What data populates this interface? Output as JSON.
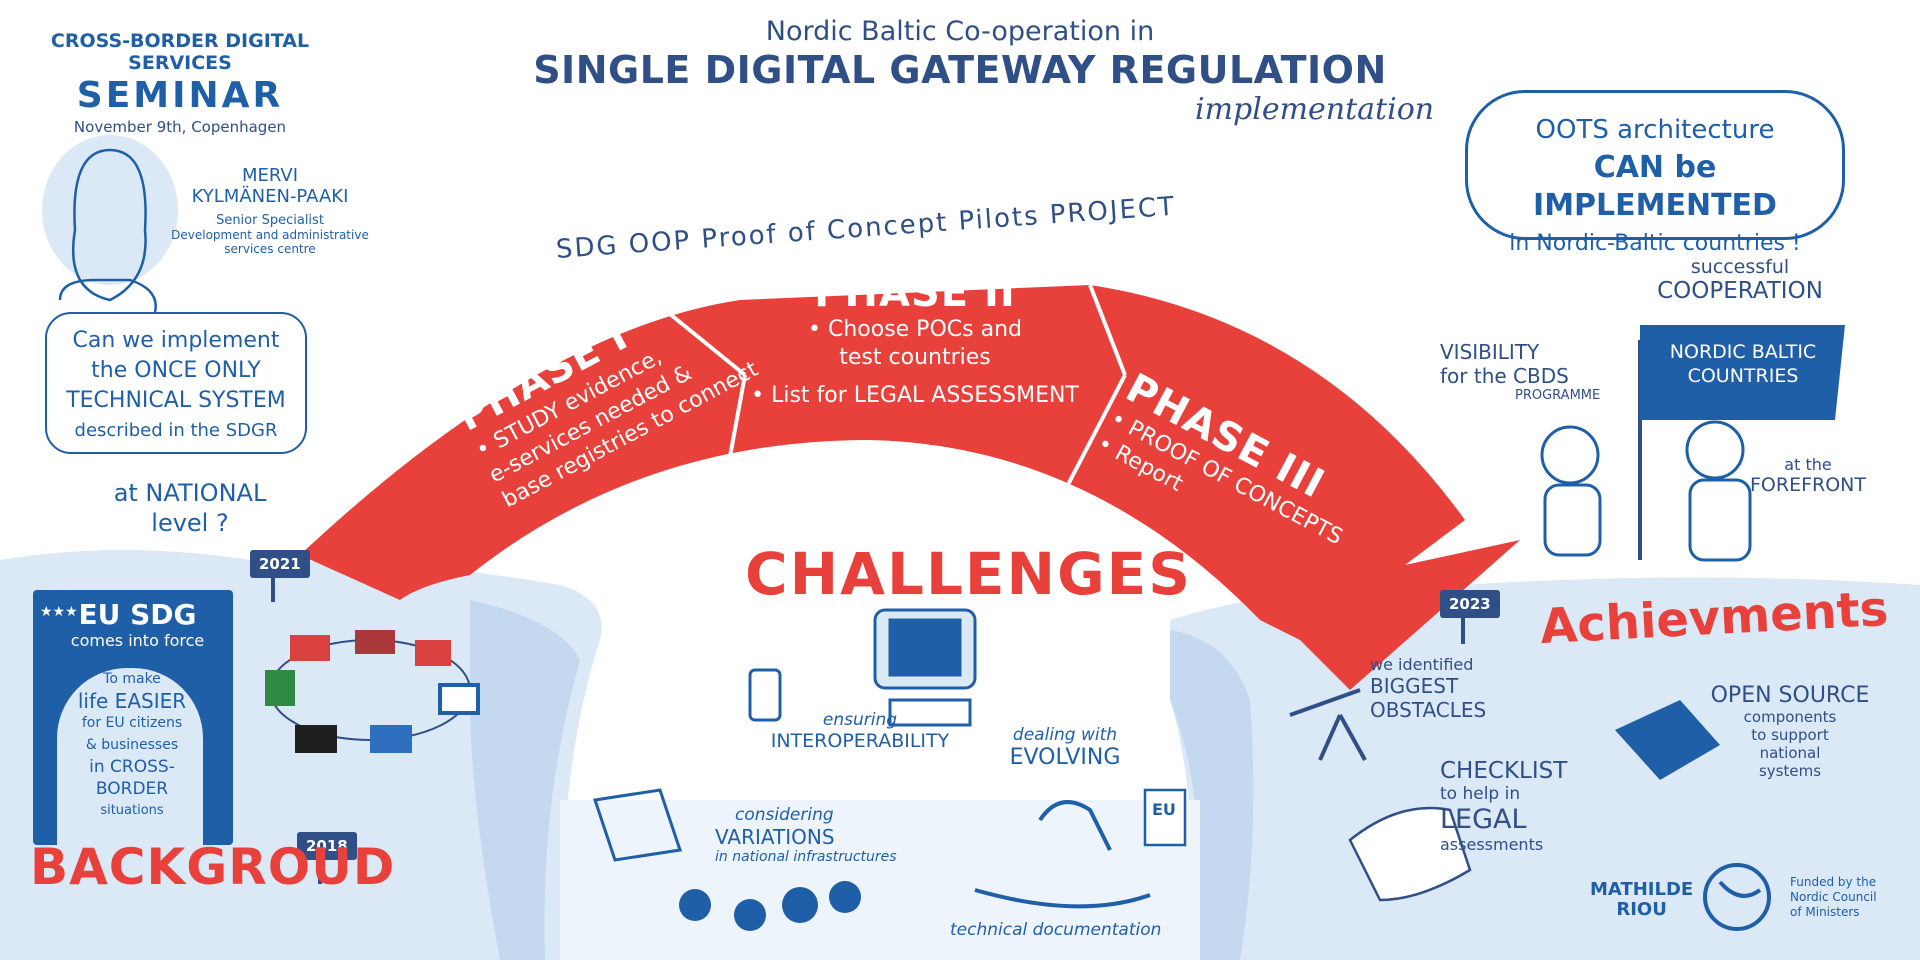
{
  "header": {
    "top_title": "Nordic Baltic Co-operation in",
    "main_title": "SINGLE DIGITAL GATEWAY REGULATION",
    "subtitle": "implementation"
  },
  "seminar": {
    "line1": "CROSS-BORDER DIGITAL SERVICES",
    "line2": "SEMINAR",
    "line3": "November 9th, Copenhagen"
  },
  "speaker": {
    "name_first": "MERVI",
    "name_last": "KYLMÄNEN-PAAKI",
    "role1": "Senior Specialist",
    "role2": "Development and administrative services centre"
  },
  "question": {
    "line1": "Can we implement",
    "line2": "the ONCE ONLY",
    "line3": "TECHNICAL SYSTEM",
    "line4": "described in the SDGR",
    "national_1": "at NATIONAL",
    "national_2": "level ?"
  },
  "years": {
    "y2021": "2021",
    "y2018": "2018",
    "y2023": "2023"
  },
  "eu": {
    "title": "EU SDG",
    "subtitle": "comes into force",
    "l1": "To make",
    "l2": "life EASIER",
    "l3": "for EU citizens",
    "l4": "& businesses",
    "l5": "in CROSS-",
    "l6": "BORDER",
    "l7": "situations"
  },
  "background_label": "BACKGROUD",
  "project_label": "SDG OOP Proof of Concept Pilots PROJECT",
  "phases": [
    {
      "title": "PHASE I",
      "items": [
        "• STUDY evidence,",
        "e-services needed &",
        "base registries to connect"
      ]
    },
    {
      "title": "PHASE II",
      "items": [
        "• Choose POCs and",
        "test countries",
        "• List for LEGAL ASSESSMENT"
      ]
    },
    {
      "title": "PHASE III",
      "items": [
        "• PROOF OF CONCEPTS",
        "• Report"
      ]
    }
  ],
  "challenges": {
    "title": "CHALLENGES",
    "interop_1": "ensuring",
    "interop_2": "INTEROPERABILITY",
    "variations_1": "considering",
    "variations_2": "VARIATIONS",
    "variations_3": "in national infrastructures",
    "evolving_1": "dealing with",
    "evolving_2": "EVOLVING",
    "evolving_3": "technical documentation",
    "eu_doc": "EU"
  },
  "right": {
    "speech_1": "OOTS architecture",
    "speech_2": "CAN be IMPLEMENTED",
    "speech_3": "in Nordic-Baltic countries !",
    "coop_1": "successful",
    "coop_2": "COOPERATION",
    "visibility_1": "VISIBILITY",
    "visibility_2": "for the CBDS",
    "visibility_3": "PROGRAMME",
    "flag_1": "NORDIC BALTIC",
    "flag_2": "COUNTRIES",
    "forefront_1": "at the",
    "forefront_2": "FOREFRONT",
    "obstacles_1": "we identified",
    "obstacles_2": "BIGGEST",
    "obstacles_3": "OBSTACLES",
    "achievements": "Achievments",
    "open_1": "OPEN SOURCE",
    "open_2": "components",
    "open_3": "to support",
    "open_4": "national",
    "open_5": "systems",
    "checklist_1": "CHECKLIST",
    "checklist_2": "to help in",
    "checklist_3": "LEGAL",
    "checklist_4": "assessments"
  },
  "credits": {
    "artist_1": "MATHILDE",
    "artist_2": "RIOU",
    "funded_1": "Funded by the",
    "funded_2": "Nordic Council",
    "funded_3": "of Ministers"
  },
  "colors": {
    "blue": "#1f5fa8",
    "dark_blue": "#2f4f86",
    "red": "#e8403a",
    "ice": "#dbe8f6"
  }
}
